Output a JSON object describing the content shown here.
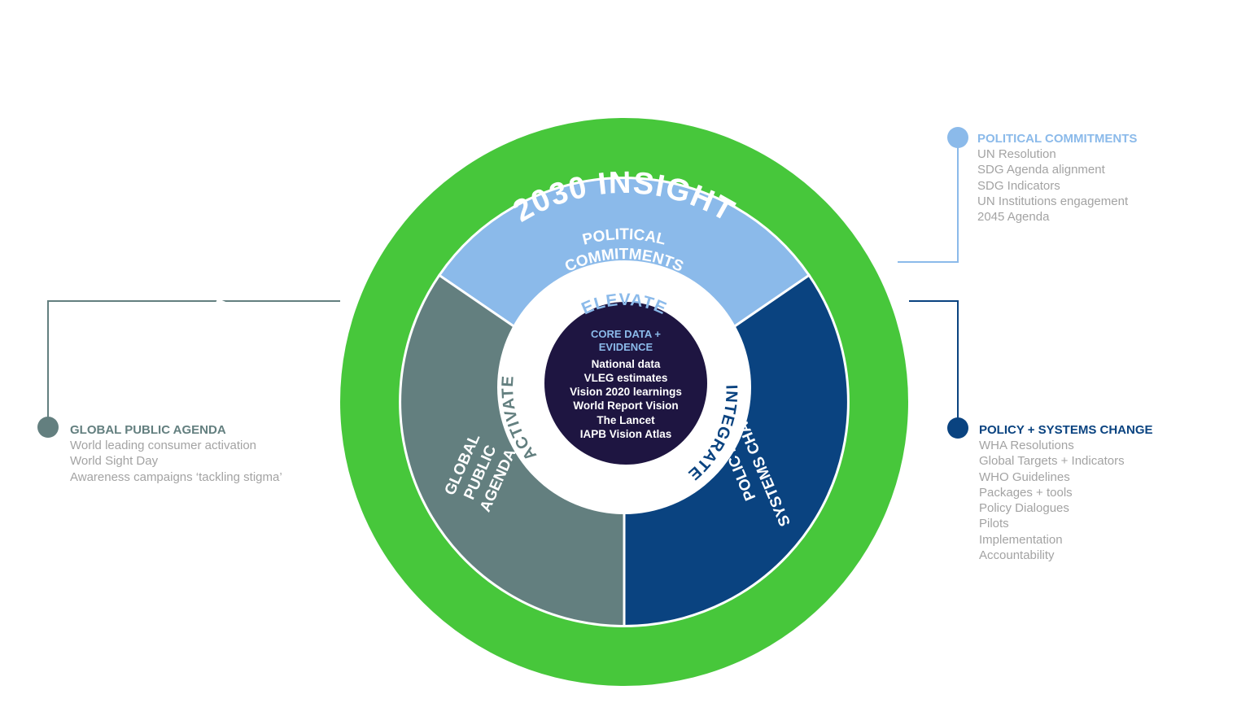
{
  "colors": {
    "green": "#47c73b",
    "light_blue": "#8bbaea",
    "gray": "#637f7f",
    "navy": "#0a4380",
    "core": "#1e1541"
  },
  "ring": {
    "top": "2030 INSIGHT",
    "left": "ACCOUNTABILITY",
    "right": "IMPLEMENTATION"
  },
  "sections": {
    "political": {
      "line1": "POLITICAL",
      "line2": "COMMITMENTS"
    },
    "public": {
      "line1": "GLOBAL",
      "line2": "PUBLIC",
      "line3": "AGENDA"
    },
    "policy": {
      "line1": "POLICY +",
      "line2": "SYSTEMS CHANGE"
    }
  },
  "verbs": {
    "elevate": "ELEVATE",
    "activate": "ACTIVATE",
    "integrate": "INTEGRATE"
  },
  "core": {
    "title_line1": "CORE DATA +",
    "title_line2": "EVIDENCE",
    "items": [
      "National data",
      "VLEG estimates",
      "Vision 2020 learnings",
      "World Report Vision",
      "The Lancet",
      "IAPB Vision Atlas"
    ]
  },
  "callouts": {
    "political": {
      "title": "POLITICAL COMMITMENTS",
      "items": [
        "UN Resolution",
        "SDG Agenda alignment",
        "SDG Indicators",
        "UN Institutions engagement",
        "2045 Agenda"
      ]
    },
    "public": {
      "title": "GLOBAL PUBLIC AGENDA",
      "items": [
        "World leading consumer activation",
        "World Sight Day",
        "Awareness campaigns ‘tackling stigma’"
      ]
    },
    "policy": {
      "title": "POLICY + SYSTEMS CHANGE",
      "items": [
        "WHA Resolutions",
        "Global Targets + Indicators",
        "WHO Guidelines",
        "Packages + tools",
        "Policy Dialogues",
        "Pilots",
        "Implementation",
        "Accountability"
      ]
    }
  }
}
